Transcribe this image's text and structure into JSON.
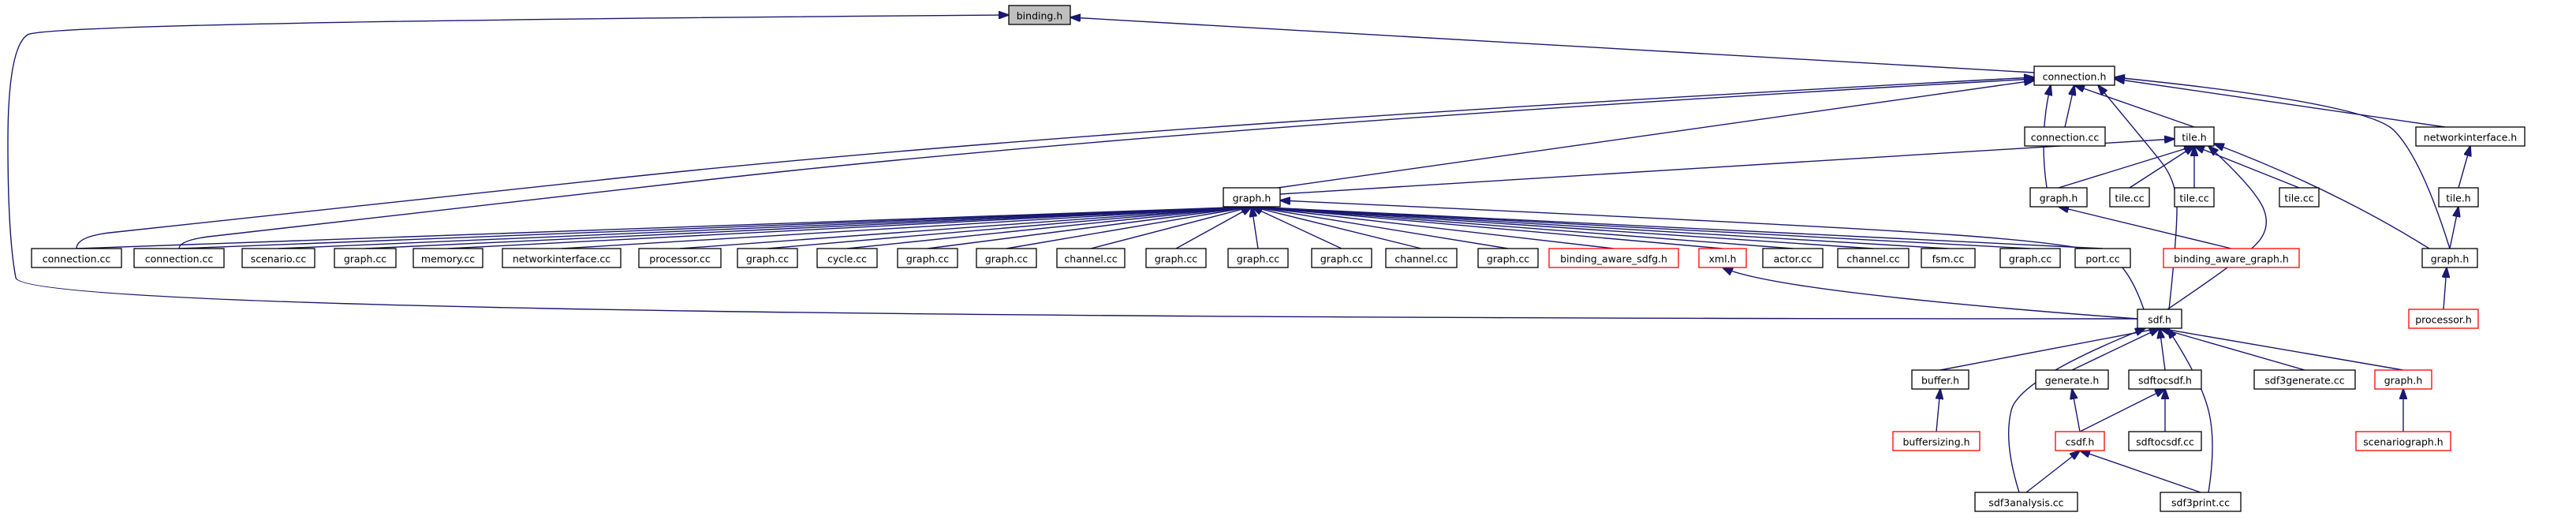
{
  "diagram": {
    "colors": {
      "edge": "#191970",
      "root_fill": "#bfbfbf",
      "node_fill": "#ffffff",
      "node_border": "#000000",
      "truncated_border": "#ff0000"
    },
    "nodes": [
      {
        "id": "binding_h",
        "label": "binding.h",
        "style": "root"
      },
      {
        "id": "connection_h",
        "label": "connection.h",
        "style": "normal"
      },
      {
        "id": "connection_cc_a",
        "label": "connection.cc",
        "style": "normal"
      },
      {
        "id": "tile_h",
        "label": "tile.h",
        "style": "normal"
      },
      {
        "id": "networkinterface_h",
        "label": "networkinterface.h",
        "style": "normal"
      },
      {
        "id": "graph_h_main",
        "label": "graph.h",
        "style": "normal"
      },
      {
        "id": "graph_h_tile",
        "label": "graph.h",
        "style": "normal"
      },
      {
        "id": "tile_cc_1",
        "label": "tile.cc",
        "style": "normal"
      },
      {
        "id": "tile_cc_2",
        "label": "tile.cc",
        "style": "normal"
      },
      {
        "id": "tile_cc_3",
        "label": "tile.cc",
        "style": "normal"
      },
      {
        "id": "tile_h_ni",
        "label": "tile.h",
        "style": "normal"
      },
      {
        "id": "connection_cc_b",
        "label": "connection.cc",
        "style": "normal"
      },
      {
        "id": "connection_cc_c",
        "label": "connection.cc",
        "style": "normal"
      },
      {
        "id": "scenario_cc",
        "label": "scenario.cc",
        "style": "normal"
      },
      {
        "id": "graph_cc_1",
        "label": "graph.cc",
        "style": "normal"
      },
      {
        "id": "memory_cc",
        "label": "memory.cc",
        "style": "normal"
      },
      {
        "id": "networkinterface_cc",
        "label": "networkinterface.cc",
        "style": "normal"
      },
      {
        "id": "processor_cc",
        "label": "processor.cc",
        "style": "normal"
      },
      {
        "id": "graph_cc_2",
        "label": "graph.cc",
        "style": "normal"
      },
      {
        "id": "cycle_cc",
        "label": "cycle.cc",
        "style": "normal"
      },
      {
        "id": "graph_cc_3",
        "label": "graph.cc",
        "style": "normal"
      },
      {
        "id": "graph_cc_4",
        "label": "graph.cc",
        "style": "normal"
      },
      {
        "id": "channel_cc_1",
        "label": "channel.cc",
        "style": "normal"
      },
      {
        "id": "graph_cc_5",
        "label": "graph.cc",
        "style": "normal"
      },
      {
        "id": "graph_cc_6",
        "label": "graph.cc",
        "style": "normal"
      },
      {
        "id": "graph_cc_7",
        "label": "graph.cc",
        "style": "normal"
      },
      {
        "id": "channel_cc_2",
        "label": "channel.cc",
        "style": "normal"
      },
      {
        "id": "graph_cc_8",
        "label": "graph.cc",
        "style": "normal"
      },
      {
        "id": "binding_aware_sdfg_h",
        "label": "binding_aware_sdfg.h",
        "style": "truncated"
      },
      {
        "id": "xml_h",
        "label": "xml.h",
        "style": "truncated"
      },
      {
        "id": "actor_cc",
        "label": "actor.cc",
        "style": "normal"
      },
      {
        "id": "channel_cc_3",
        "label": "channel.cc",
        "style": "normal"
      },
      {
        "id": "fsm_cc",
        "label": "fsm.cc",
        "style": "normal"
      },
      {
        "id": "graph_cc_9",
        "label": "graph.cc",
        "style": "normal"
      },
      {
        "id": "port_cc",
        "label": "port.cc",
        "style": "normal"
      },
      {
        "id": "binding_aware_graph_h",
        "label": "binding_aware_graph.h",
        "style": "truncated"
      },
      {
        "id": "graph_h_ni",
        "label": "graph.h",
        "style": "normal"
      },
      {
        "id": "processor_h",
        "label": "processor.h",
        "style": "truncated"
      },
      {
        "id": "sdf_h",
        "label": "sdf.h",
        "style": "normal"
      },
      {
        "id": "buffer_h",
        "label": "buffer.h",
        "style": "normal"
      },
      {
        "id": "generate_h",
        "label": "generate.h",
        "style": "normal"
      },
      {
        "id": "sdftocsdf_h",
        "label": "sdftocsdf.h",
        "style": "normal"
      },
      {
        "id": "sdf3generate_cc",
        "label": "sdf3generate.cc",
        "style": "normal"
      },
      {
        "id": "graph_h_sdf",
        "label": "graph.h",
        "style": "truncated"
      },
      {
        "id": "buffersizing_h",
        "label": "buffersizing.h",
        "style": "truncated"
      },
      {
        "id": "csdf_h",
        "label": "csdf.h",
        "style": "truncated"
      },
      {
        "id": "sdftocsdf_cc",
        "label": "sdftocsdf.cc",
        "style": "normal"
      },
      {
        "id": "scenariograph_h",
        "label": "scenariograph.h",
        "style": "truncated"
      },
      {
        "id": "sdf3analysis_cc",
        "label": "sdf3analysis.cc",
        "style": "normal"
      },
      {
        "id": "sdf3print_cc",
        "label": "sdf3print.cc",
        "style": "normal"
      }
    ],
    "edges": [
      {
        "from": "connection_h",
        "to": "binding_h"
      },
      {
        "from": "connection_cc_a",
        "to": "connection_h"
      },
      {
        "from": "tile_h",
        "to": "connection_h"
      },
      {
        "from": "networkinterface_h",
        "to": "connection_h"
      },
      {
        "from": "graph_h_tile",
        "to": "connection_h"
      },
      {
        "from": "graph_h_main",
        "to": "connection_h"
      },
      {
        "from": "graph_h_ni",
        "to": "connection_h"
      },
      {
        "from": "sdf_h",
        "to": "connection_h"
      },
      {
        "from": "connection_cc_b",
        "to": "connection_h"
      },
      {
        "from": "connection_cc_c",
        "to": "connection_h"
      },
      {
        "from": "sdf_h",
        "to": "binding_h"
      },
      {
        "from": "graph_h_main",
        "to": "tile_h"
      },
      {
        "from": "graph_h_tile",
        "to": "tile_h"
      },
      {
        "from": "tile_cc_1",
        "to": "tile_h"
      },
      {
        "from": "tile_cc_2",
        "to": "tile_h"
      },
      {
        "from": "tile_cc_3",
        "to": "tile_h"
      },
      {
        "from": "graph_h_ni",
        "to": "tile_h"
      },
      {
        "from": "sdf_h",
        "to": "tile_h"
      },
      {
        "from": "tile_h_ni",
        "to": "networkinterface_h"
      },
      {
        "from": "graph_h_ni",
        "to": "tile_h_ni"
      },
      {
        "from": "processor_h",
        "to": "graph_h_ni"
      },
      {
        "from": "binding_aware_graph_h",
        "to": "graph_h_tile"
      },
      {
        "from": "connection_cc_b",
        "to": "graph_h_main"
      },
      {
        "from": "connection_cc_c",
        "to": "graph_h_main"
      },
      {
        "from": "scenario_cc",
        "to": "graph_h_main"
      },
      {
        "from": "graph_cc_1",
        "to": "graph_h_main"
      },
      {
        "from": "memory_cc",
        "to": "graph_h_main"
      },
      {
        "from": "networkinterface_cc",
        "to": "graph_h_main"
      },
      {
        "from": "processor_cc",
        "to": "graph_h_main"
      },
      {
        "from": "graph_cc_2",
        "to": "graph_h_main"
      },
      {
        "from": "cycle_cc",
        "to": "graph_h_main"
      },
      {
        "from": "graph_cc_3",
        "to": "graph_h_main"
      },
      {
        "from": "graph_cc_4",
        "to": "graph_h_main"
      },
      {
        "from": "channel_cc_1",
        "to": "graph_h_main"
      },
      {
        "from": "graph_cc_5",
        "to": "graph_h_main"
      },
      {
        "from": "graph_cc_6",
        "to": "graph_h_main"
      },
      {
        "from": "graph_cc_7",
        "to": "graph_h_main"
      },
      {
        "from": "channel_cc_2",
        "to": "graph_h_main"
      },
      {
        "from": "graph_cc_8",
        "to": "graph_h_main"
      },
      {
        "from": "binding_aware_sdfg_h",
        "to": "graph_h_main"
      },
      {
        "from": "xml_h",
        "to": "graph_h_main"
      },
      {
        "from": "actor_cc",
        "to": "graph_h_main"
      },
      {
        "from": "channel_cc_3",
        "to": "graph_h_main"
      },
      {
        "from": "fsm_cc",
        "to": "graph_h_main"
      },
      {
        "from": "graph_cc_9",
        "to": "graph_h_main"
      },
      {
        "from": "port_cc",
        "to": "graph_h_main"
      },
      {
        "from": "sdf_h",
        "to": "graph_h_main"
      },
      {
        "from": "sdf_h",
        "to": "xml_h"
      },
      {
        "from": "buffer_h",
        "to": "sdf_h"
      },
      {
        "from": "generate_h",
        "to": "sdf_h"
      },
      {
        "from": "sdftocsdf_h",
        "to": "sdf_h"
      },
      {
        "from": "sdf3generate_cc",
        "to": "sdf_h"
      },
      {
        "from": "graph_h_sdf",
        "to": "sdf_h"
      },
      {
        "from": "sdf3analysis_cc",
        "to": "sdf_h"
      },
      {
        "from": "sdf3print_cc",
        "to": "sdf_h"
      },
      {
        "from": "buffersizing_h",
        "to": "buffer_h"
      },
      {
        "from": "csdf_h",
        "to": "generate_h"
      },
      {
        "from": "csdf_h",
        "to": "sdftocsdf_h"
      },
      {
        "from": "sdftocsdf_cc",
        "to": "sdftocsdf_h"
      },
      {
        "from": "scenariograph_h",
        "to": "graph_h_sdf"
      },
      {
        "from": "sdf3analysis_cc",
        "to": "csdf_h"
      },
      {
        "from": "sdf3print_cc",
        "to": "csdf_h"
      }
    ]
  }
}
